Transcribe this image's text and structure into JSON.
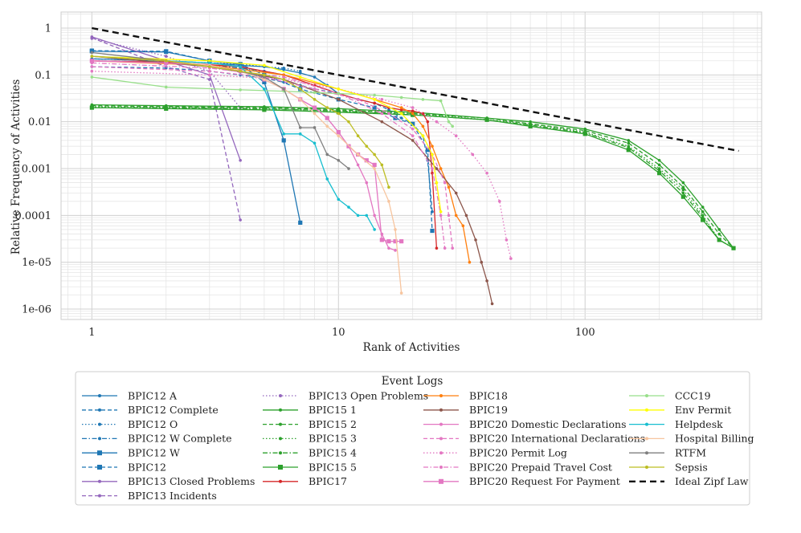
{
  "chart_data": {
    "type": "line",
    "xscale": "log",
    "yscale": "log",
    "xlim": [
      0.75,
      520
    ],
    "ylim": [
      6e-07,
      2.2
    ],
    "grid": true,
    "legend_placement": "bottom",
    "xlabel": "Rank of Activities",
    "ylabel": "Relative Frequency of Activities",
    "x_ticks": [
      {
        "v": 1,
        "label": "1"
      },
      {
        "v": 10,
        "label": "10"
      },
      {
        "v": 100,
        "label": "100"
      }
    ],
    "y_ticks": [
      {
        "v": 1,
        "label": "1"
      },
      {
        "v": 0.1,
        "label": "0.1"
      },
      {
        "v": 0.01,
        "label": "0.01"
      },
      {
        "v": 0.001,
        "label": "0.001"
      },
      {
        "v": 0.0001,
        "label": "0.0001"
      },
      {
        "v": 1e-05,
        "label": "1e-05"
      },
      {
        "v": 1e-06,
        "label": "1e-06"
      }
    ],
    "legend_title": "Event Logs",
    "series": [
      {
        "name": "BPIC12 A",
        "color": "#1f77b4",
        "dash": "solid",
        "marker": "dot",
        "x": [
          1,
          2,
          3,
          4,
          5,
          6,
          7,
          8,
          9,
          10
        ],
        "y": [
          0.22,
          0.2,
          0.18,
          0.16,
          0.15,
          0.13,
          0.11,
          0.09,
          0.06,
          0.04
        ]
      },
      {
        "name": "BPIC12 Complete",
        "color": "#1f77b4",
        "dash": "dashed",
        "marker": "dot",
        "x": [
          1,
          2,
          3,
          4,
          5,
          6,
          7,
          8,
          10,
          12,
          14,
          16,
          18,
          20,
          22,
          23,
          24
        ],
        "y": [
          0.15,
          0.14,
          0.12,
          0.1,
          0.085,
          0.07,
          0.06,
          0.05,
          0.04,
          0.03,
          0.025,
          0.018,
          0.012,
          0.009,
          0.005,
          0.0015,
          0.00012
        ]
      },
      {
        "name": "BPIC12 O",
        "color": "#1f77b4",
        "dash": "dotted",
        "marker": "dot",
        "x": [
          1,
          2,
          3,
          4,
          5,
          6,
          7
        ],
        "y": [
          0.22,
          0.2,
          0.18,
          0.17,
          0.15,
          0.14,
          0.12
        ]
      },
      {
        "name": "BPIC12 W Complete",
        "color": "#1f77b4",
        "dash": "dashdot",
        "marker": "dot",
        "x": [
          1,
          2,
          3,
          4,
          5,
          6
        ],
        "y": [
          0.2,
          0.19,
          0.16,
          0.14,
          0.12,
          0.1
        ]
      },
      {
        "name": "BPIC12 W",
        "color": "#1f77b4",
        "dash": "solid",
        "marker": "square",
        "x": [
          1,
          2,
          3,
          4,
          5,
          6,
          7
        ],
        "y": [
          0.32,
          0.31,
          0.2,
          0.17,
          0.07,
          0.004,
          7e-05
        ]
      },
      {
        "name": "BPIC12",
        "color": "#1f77b4",
        "dash": "dashed",
        "marker": "square",
        "x": [
          1,
          2,
          3,
          4,
          5,
          7,
          10,
          14,
          17,
          20,
          23,
          24
        ],
        "y": [
          0.33,
          0.32,
          0.2,
          0.17,
          0.1,
          0.05,
          0.03,
          0.02,
          0.012,
          0.009,
          0.0025,
          4.7e-05
        ]
      },
      {
        "name": "BPIC13 Closed Problems",
        "color": "#9467bd",
        "dash": "solid",
        "marker": "dot",
        "x": [
          1,
          2,
          3,
          4
        ],
        "y": [
          0.65,
          0.2,
          0.1,
          0.0015
        ]
      },
      {
        "name": "BPIC13 Incidents",
        "color": "#9467bd",
        "dash": "dashed",
        "marker": "dot",
        "x": [
          1,
          2,
          3,
          4
        ],
        "y": [
          0.62,
          0.15,
          0.08,
          8e-05
        ]
      },
      {
        "name": "BPIC13 Open Problems",
        "color": "#9467bd",
        "dash": "dotted",
        "marker": "dot",
        "x": [
          1,
          2,
          3,
          4
        ],
        "y": [
          0.6,
          0.25,
          0.12,
          0.02
        ]
      },
      {
        "name": "BPIC15 1",
        "color": "#2ca02c",
        "dash": "solid",
        "marker": "dot",
        "x": [
          1,
          2,
          5,
          10,
          20,
          40,
          60,
          100,
          150,
          200,
          250,
          300,
          350,
          400
        ],
        "y": [
          0.023,
          0.022,
          0.021,
          0.019,
          0.016,
          0.012,
          0.01,
          0.007,
          0.004,
          0.0015,
          0.0005,
          0.00015,
          5e-05,
          2e-05
        ]
      },
      {
        "name": "BPIC15 2",
        "color": "#2ca02c",
        "dash": "dashed",
        "marker": "dot",
        "x": [
          1,
          2,
          5,
          10,
          20,
          40,
          60,
          100,
          150,
          200,
          250,
          300,
          350,
          400
        ],
        "y": [
          0.022,
          0.021,
          0.02,
          0.018,
          0.015,
          0.012,
          0.009,
          0.0065,
          0.0035,
          0.0012,
          0.0004,
          0.00012,
          4e-05,
          2e-05
        ]
      },
      {
        "name": "BPIC15 3",
        "color": "#2ca02c",
        "dash": "dotted",
        "marker": "dot",
        "x": [
          1,
          2,
          5,
          10,
          20,
          40,
          60,
          100,
          150,
          200,
          250,
          300,
          350,
          400
        ],
        "y": [
          0.021,
          0.02,
          0.019,
          0.017,
          0.015,
          0.011,
          0.009,
          0.006,
          0.003,
          0.001,
          0.00035,
          0.0001,
          3e-05,
          2e-05
        ]
      },
      {
        "name": "BPIC15 4",
        "color": "#2ca02c",
        "dash": "dashdot",
        "marker": "dot",
        "x": [
          1,
          2,
          5,
          10,
          20,
          40,
          60,
          100,
          150,
          200,
          250,
          300,
          350,
          400
        ],
        "y": [
          0.02,
          0.02,
          0.019,
          0.017,
          0.014,
          0.011,
          0.0085,
          0.0058,
          0.0028,
          0.0009,
          0.0003,
          9e-05,
          3e-05,
          2e-05
        ]
      },
      {
        "name": "BPIC15 5",
        "color": "#2ca02c",
        "dash": "solid",
        "marker": "square",
        "x": [
          1,
          2,
          5,
          10,
          20,
          40,
          60,
          100,
          150,
          200,
          250,
          300,
          350,
          400
        ],
        "y": [
          0.02,
          0.019,
          0.018,
          0.016,
          0.014,
          0.011,
          0.008,
          0.0055,
          0.0025,
          0.0008,
          0.00025,
          8e-05,
          3e-05,
          2e-05
        ]
      },
      {
        "name": "BPIC17",
        "color": "#d62728",
        "dash": "solid",
        "marker": "dot",
        "x": [
          1,
          2,
          4,
          6,
          8,
          10,
          12,
          14,
          16,
          18,
          20,
          22,
          23,
          24,
          25
        ],
        "y": [
          0.2,
          0.19,
          0.15,
          0.1,
          0.06,
          0.04,
          0.03,
          0.025,
          0.02,
          0.018,
          0.017,
          0.015,
          0.01,
          0.0008,
          2e-05
        ]
      },
      {
        "name": "BPIC18",
        "color": "#ff7f0e",
        "dash": "solid",
        "marker": "dot",
        "x": [
          1,
          3,
          6,
          10,
          14,
          18,
          20,
          22,
          24,
          26,
          28,
          30,
          32,
          34
        ],
        "y": [
          0.2,
          0.16,
          0.1,
          0.05,
          0.03,
          0.02,
          0.015,
          0.008,
          0.003,
          0.001,
          0.0004,
          0.0001,
          6e-05,
          1e-05
        ]
      },
      {
        "name": "BPIC19",
        "color": "#8c564b",
        "dash": "solid",
        "marker": "dot",
        "x": [
          1,
          3,
          6,
          10,
          15,
          20,
          25,
          30,
          33,
          36,
          38,
          40,
          42
        ],
        "y": [
          0.25,
          0.15,
          0.08,
          0.03,
          0.01,
          0.004,
          0.001,
          0.0003,
          0.0001,
          3e-05,
          1e-05,
          4e-06,
          1.3e-06
        ]
      },
      {
        "name": "BPIC20 Domestic Declarations",
        "color": "#e377c2",
        "dash": "solid",
        "marker": "dot",
        "x": [
          1,
          2,
          3,
          4,
          5,
          6,
          7,
          8,
          9,
          10,
          11,
          12,
          13,
          14,
          15,
          16,
          17
        ],
        "y": [
          0.2,
          0.18,
          0.16,
          0.12,
          0.08,
          0.05,
          0.03,
          0.02,
          0.012,
          0.006,
          0.003,
          0.0012,
          0.0005,
          0.0001,
          4e-05,
          2e-05,
          1.8e-05
        ]
      },
      {
        "name": "BPIC20 International Declarations",
        "color": "#e377c2",
        "dash": "dashed",
        "marker": "dot",
        "x": [
          1,
          3,
          5,
          8,
          12,
          16,
          20,
          24,
          27,
          28,
          29
        ],
        "y": [
          0.15,
          0.12,
          0.09,
          0.05,
          0.03,
          0.015,
          0.007,
          0.002,
          0.0005,
          0.0001,
          2e-05
        ]
      },
      {
        "name": "BPIC20 Permit Log",
        "color": "#e377c2",
        "dash": "dotted",
        "marker": "dot",
        "x": [
          1,
          3,
          6,
          10,
          15,
          20,
          25,
          30,
          35,
          40,
          45,
          48,
          50
        ],
        "y": [
          0.12,
          0.1,
          0.08,
          0.05,
          0.03,
          0.02,
          0.01,
          0.005,
          0.002,
          0.0008,
          0.0002,
          3e-05,
          1.2e-05
        ]
      },
      {
        "name": "BPIC20 Prepaid Travel Cost",
        "color": "#e377c2",
        "dash": "dashdot",
        "marker": "dot",
        "x": [
          1,
          3,
          6,
          10,
          15,
          20,
          24,
          26,
          27
        ],
        "y": [
          0.18,
          0.14,
          0.09,
          0.04,
          0.015,
          0.005,
          0.001,
          0.0001,
          2e-05
        ]
      },
      {
        "name": "BPIC20 Request For Payment",
        "color": "#e377c2",
        "dash": "solid",
        "marker": "square",
        "x": [
          1,
          2,
          3,
          4,
          5,
          6,
          7,
          8,
          9,
          10,
          11,
          12,
          13,
          14,
          15,
          16,
          17,
          18
        ],
        "y": [
          0.2,
          0.18,
          0.16,
          0.12,
          0.08,
          0.05,
          0.03,
          0.02,
          0.012,
          0.006,
          0.003,
          0.002,
          0.0015,
          0.0012,
          3e-05,
          2.8e-05,
          2.8e-05,
          2.8e-05
        ]
      },
      {
        "name": "CCC19",
        "color": "#98df8a",
        "dash": "solid",
        "marker": "dot",
        "x": [
          1,
          2,
          4,
          6,
          8,
          10,
          14,
          18,
          22,
          26,
          28,
          29
        ],
        "y": [
          0.09,
          0.055,
          0.048,
          0.045,
          0.042,
          0.04,
          0.037,
          0.033,
          0.03,
          0.028,
          0.01,
          0.008
        ]
      },
      {
        "name": "Env Permit",
        "color": "#ffff00",
        "dash": "solid",
        "marker": "dot",
        "x": [
          1,
          3,
          5,
          7,
          10,
          14,
          18,
          22,
          24,
          25,
          26
        ],
        "y": [
          0.25,
          0.2,
          0.16,
          0.09,
          0.05,
          0.03,
          0.015,
          0.005,
          0.002,
          0.0005,
          0.00012
        ]
      },
      {
        "name": "Helpdesk",
        "color": "#17becf",
        "dash": "solid",
        "marker": "dot",
        "x": [
          1,
          2,
          3,
          4,
          5,
          6,
          7,
          8,
          9,
          10,
          11,
          12,
          13,
          14
        ],
        "y": [
          0.25,
          0.2,
          0.18,
          0.15,
          0.05,
          0.0055,
          0.0055,
          0.0035,
          0.0006,
          0.00022,
          0.00015,
          0.0001,
          0.0001,
          5e-05
        ]
      },
      {
        "name": "Hospital Billing",
        "color": "#f7c59f",
        "dash": "solid",
        "marker": "dot",
        "x": [
          1,
          2,
          3,
          4,
          5,
          6,
          7,
          8,
          9,
          10,
          12,
          14,
          16,
          17,
          18
        ],
        "y": [
          0.25,
          0.2,
          0.16,
          0.12,
          0.08,
          0.05,
          0.03,
          0.015,
          0.008,
          0.005,
          0.002,
          0.001,
          0.0002,
          5e-05,
          2.2e-06
        ]
      },
      {
        "name": "RTFM",
        "color": "#7f7f7f",
        "dash": "solid",
        "marker": "dot",
        "x": [
          1,
          2,
          3,
          4,
          5,
          6,
          7,
          8,
          9,
          10,
          11
        ],
        "y": [
          0.3,
          0.2,
          0.15,
          0.12,
          0.09,
          0.05,
          0.0075,
          0.0075,
          0.002,
          0.0015,
          0.001
        ]
      },
      {
        "name": "Sepsis",
        "color": "#bcbd22",
        "dash": "solid",
        "marker": "dot",
        "x": [
          1,
          2,
          3,
          4,
          5,
          6,
          7,
          8,
          9,
          10,
          11,
          12,
          13,
          14,
          15,
          16
        ],
        "y": [
          0.25,
          0.2,
          0.15,
          0.12,
          0.1,
          0.08,
          0.05,
          0.03,
          0.02,
          0.015,
          0.01,
          0.005,
          0.003,
          0.002,
          0.0012,
          0.0004
        ]
      },
      {
        "name": "Ideal Zipf Law",
        "color": "#111111",
        "dash": "thickdash",
        "marker": "none",
        "x": [
          1,
          2,
          4,
          8,
          16,
          32,
          64,
          128,
          256,
          420
        ],
        "y": [
          1,
          0.5,
          0.25,
          0.125,
          0.0625,
          0.03125,
          0.015625,
          0.0078125,
          0.00390625,
          0.00238
        ]
      }
    ]
  }
}
